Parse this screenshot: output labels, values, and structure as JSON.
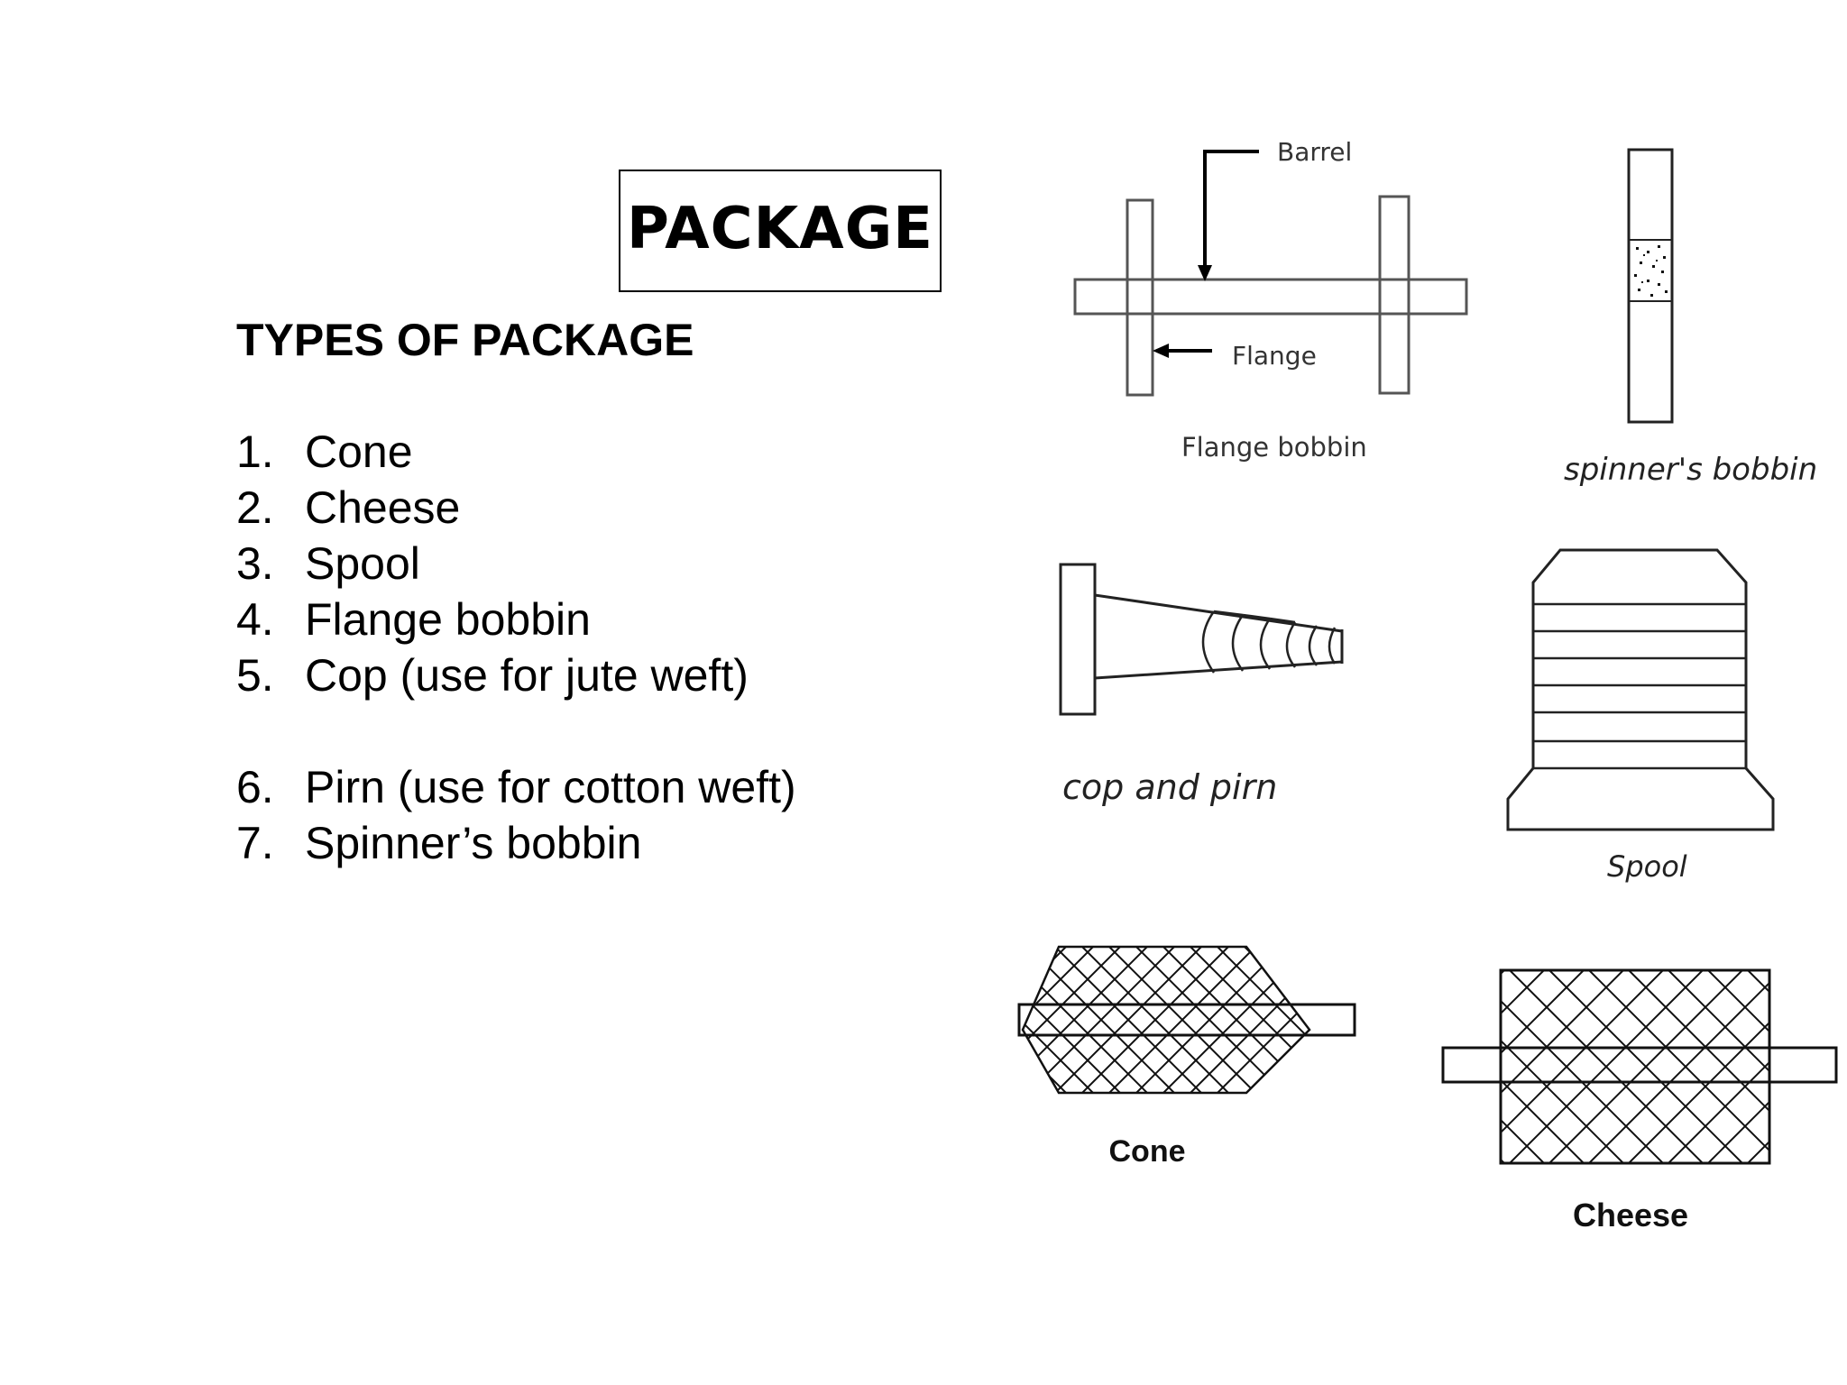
{
  "title": "PACKAGE",
  "subtitle": "TYPES OF PACKAGE",
  "types": [
    {
      "num": "1.",
      "label": "Cone"
    },
    {
      "num": "2.",
      "label": "Cheese"
    },
    {
      "num": "3.",
      "label": "Spool"
    },
    {
      "num": "4.",
      "label": "Flange bobbin"
    },
    {
      "num": "5.",
      "label": "Cop (use for jute weft)"
    },
    {
      "num": "6.",
      "label": "Pirn (use for cotton weft)"
    },
    {
      "num": "7.",
      "label": "Spinner’s bobbin"
    }
  ],
  "figures": {
    "flange_bobbin": {
      "caption": "Flange bobbin",
      "barrel_label": "Barrel",
      "flange_label": "Flange"
    },
    "spinners_bobbin": {
      "caption": "spinner's bobbin"
    },
    "cop_and_pirn": {
      "caption": "cop and pirn"
    },
    "spool": {
      "caption": "Spool"
    },
    "cone": {
      "caption": "Cone"
    },
    "cheese": {
      "caption": "Cheese"
    }
  }
}
